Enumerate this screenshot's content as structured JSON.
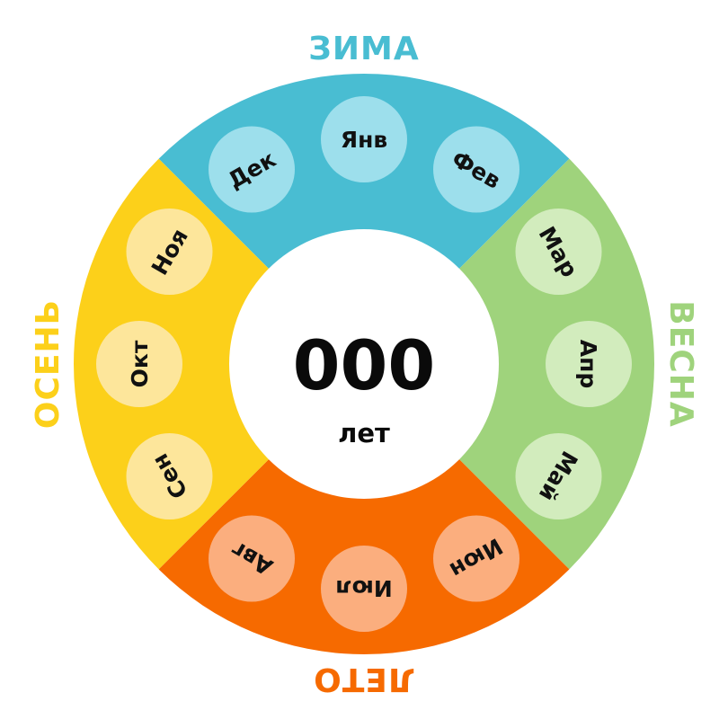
{
  "seasons": [
    {
      "key": "winter",
      "label": "ЗИМА",
      "color": "#49bdd2"
    },
    {
      "key": "spring",
      "label": "ВЕСНА",
      "color": "#9fd37c"
    },
    {
      "key": "summer",
      "label": "ЛЕТО",
      "color": "#f66a00"
    },
    {
      "key": "autumn",
      "label": "ОСЕНЬ",
      "color": "#fcd01a"
    }
  ],
  "months": [
    {
      "label": "Дек",
      "season": "winter",
      "fill": "#9ddfec"
    },
    {
      "label": "Янв",
      "season": "winter",
      "fill": "#9ddfec"
    },
    {
      "label": "Фев",
      "season": "winter",
      "fill": "#9ddfec"
    },
    {
      "label": "Мар",
      "season": "spring",
      "fill": "#d2ecbd"
    },
    {
      "label": "Апр",
      "season": "spring",
      "fill": "#d2ecbd"
    },
    {
      "label": "Май",
      "season": "spring",
      "fill": "#d2ecbd"
    },
    {
      "label": "Июн",
      "season": "summer",
      "fill": "#fbae7e"
    },
    {
      "label": "Июл",
      "season": "summer",
      "fill": "#fbae7e"
    },
    {
      "label": "Авг",
      "season": "summer",
      "fill": "#fbae7e"
    },
    {
      "label": "Сен",
      "season": "autumn",
      "fill": "#fde69b"
    },
    {
      "label": "Окт",
      "season": "autumn",
      "fill": "#fde69b"
    },
    {
      "label": "Ноя",
      "season": "autumn",
      "fill": "#fde69b"
    }
  ],
  "center": {
    "value": "000",
    "unit": "лет"
  }
}
